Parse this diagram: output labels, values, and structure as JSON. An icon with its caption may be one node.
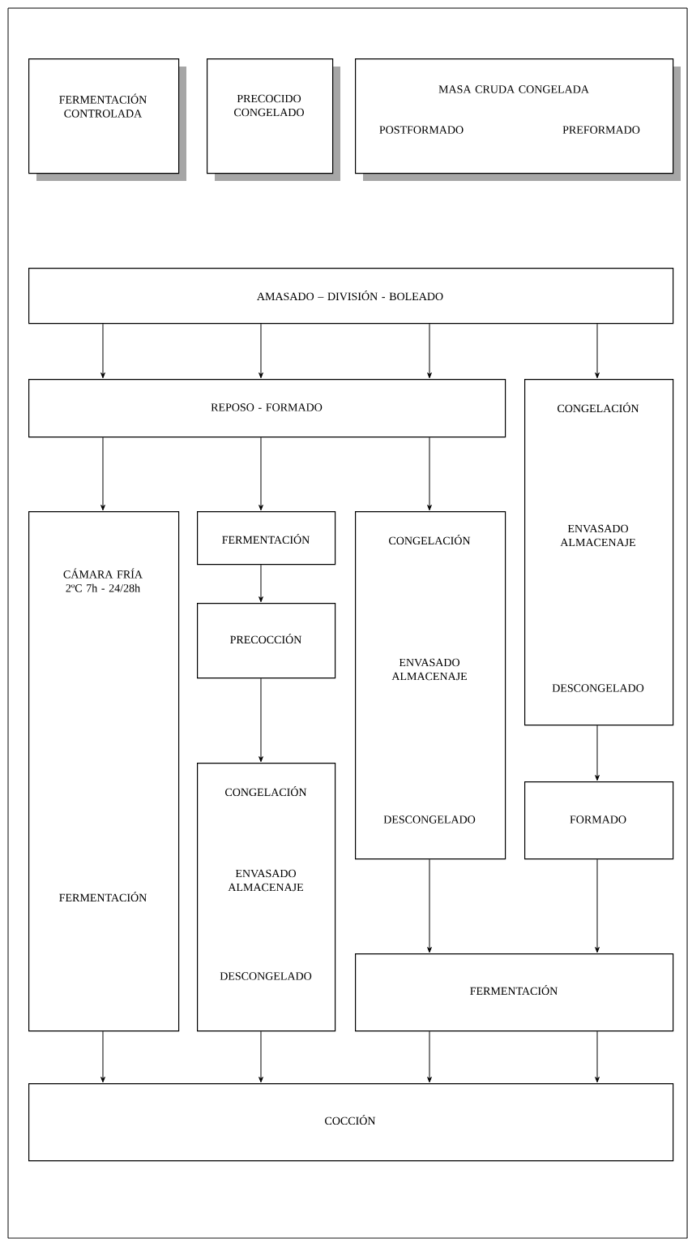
{
  "diagram": {
    "nodes": [
      {
        "text": [
          "FERMENTACIÓN CONTROLADA"
        ]
      },
      {
        "text": [
          "PRECOCIDO CONGELADO"
        ]
      },
      {
        "text": [
          "MASA CRUDA CONGELADA",
          "POSTFORMADO",
          "PREFORMADO"
        ]
      },
      {
        "text": [
          "AMASADO – DIVISIÓN - BOLEADO"
        ]
      },
      {
        "text": [
          "REPOSO - FORMADO"
        ]
      },
      {
        "text": [
          "CONGELACIÓN",
          "ENVASADO ALMACENAJE",
          "DESCONGELADO"
        ]
      },
      {
        "text": [
          "CÁMARA FRÍA 2ºC 7h - 24/28h",
          "FERMENTACIÓN"
        ]
      },
      {
        "text": [
          "FERMENTACIÓN"
        ]
      },
      {
        "text": [
          "CONGELACIÓN",
          "ENVASADO ALMACENAJE",
          "DESCONGELADO"
        ]
      },
      {
        "text": [
          "PRECOCCIÓN"
        ]
      },
      {
        "text": [
          "CONGELACIÓN",
          "ENVASADO ALMACENAJE",
          "DESCONGELADO"
        ]
      },
      {
        "text": [
          "FORMADO"
        ]
      },
      {
        "text": [
          "FERMENTACIÓN"
        ]
      },
      {
        "text": [
          "COCCIÓN"
        ]
      }
    ],
    "edges": [
      {
        "from": 3,
        "to": 4,
        "arrow": "to"
      },
      {
        "from": 3,
        "to": 4,
        "arrow": "to"
      },
      {
        "from": 3,
        "to": 4,
        "arrow": "to"
      },
      {
        "from": 3,
        "to": 5,
        "arrow": "to"
      },
      {
        "from": 4,
        "to": 6,
        "arrow": "to"
      },
      {
        "from": 4,
        "to": 7,
        "arrow": "to"
      },
      {
        "from": 4,
        "to": 8,
        "arrow": "to"
      },
      {
        "from": 7,
        "to": 9,
        "arrow": "to"
      },
      {
        "from": 9,
        "to": 10,
        "arrow": "to"
      },
      {
        "from": 5,
        "to": 11,
        "arrow": "to"
      },
      {
        "from": 8,
        "to": 12,
        "arrow": "to"
      },
      {
        "from": 11,
        "to": 12,
        "arrow": "to"
      },
      {
        "from": 6,
        "to": 13,
        "arrow": "to"
      },
      {
        "from": 10,
        "to": 13,
        "arrow": "to"
      },
      {
        "from": 12,
        "to": 13,
        "arrow": "to"
      },
      {
        "from": 12,
        "to": 13,
        "arrow": "to"
      }
    ]
  }
}
